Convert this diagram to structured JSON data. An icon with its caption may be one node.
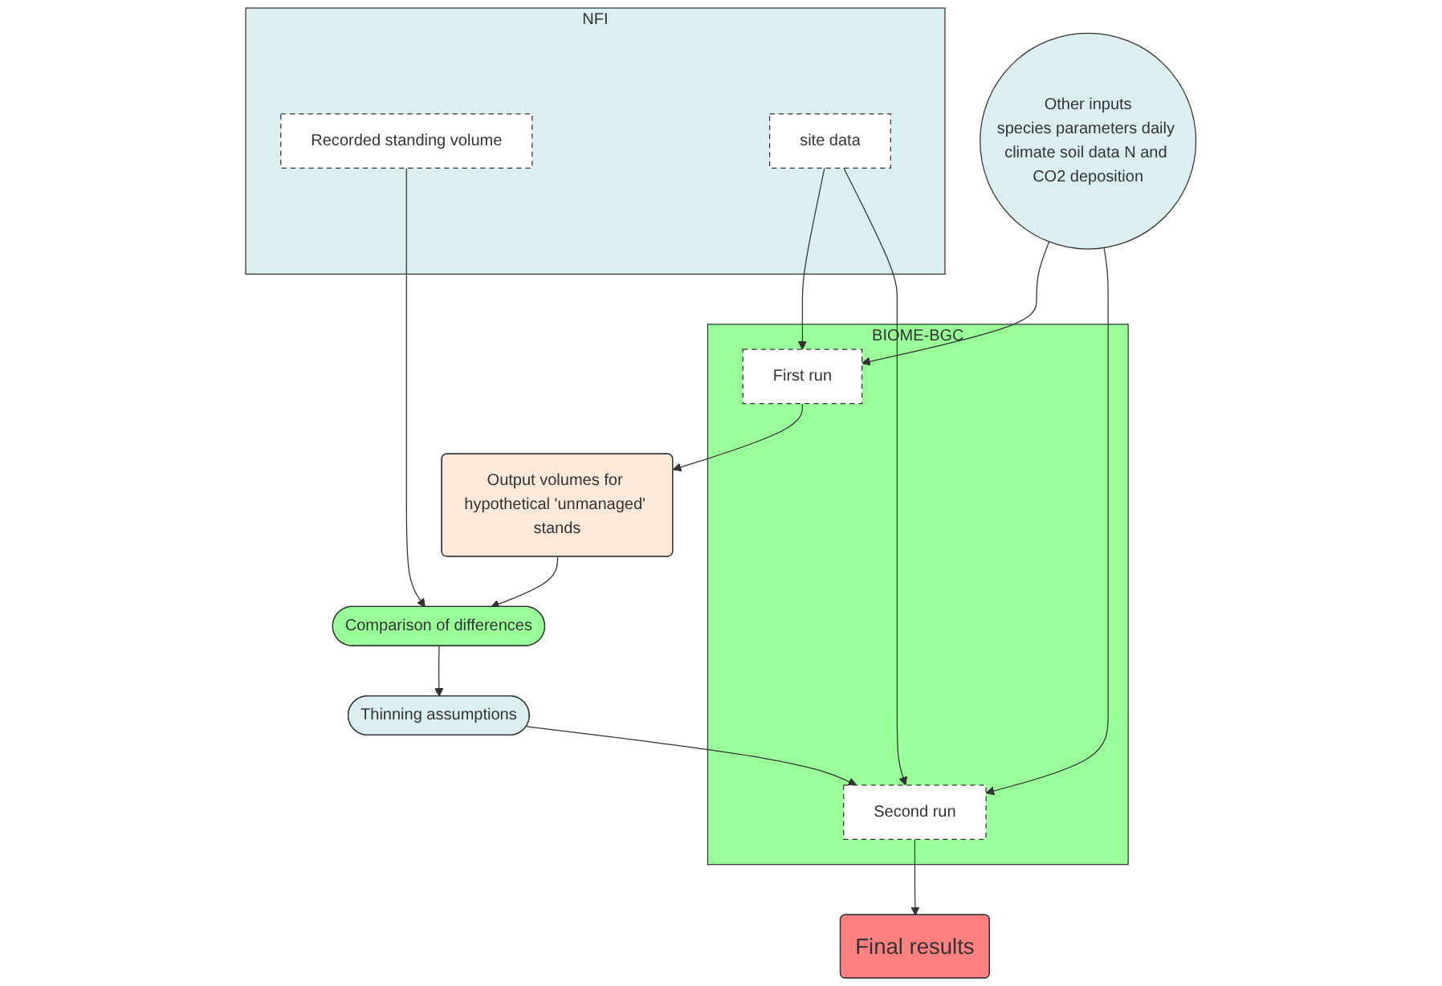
{
  "diagram": {
    "nodes": [
      {
        "text": [
          "NFI"
        ]
      },
      {
        "text": [
          "Recorded standing volume"
        ],
        "in": 0
      },
      {
        "text": [
          "site data"
        ],
        "in": 0
      },
      {
        "text": [
          "Other inputs",
          "species parameters daily climate soil data N and CO2 deposition"
        ]
      },
      {
        "text": [
          "Output volumes for hypothetical 'unmanaged' stands"
        ]
      },
      {
        "text": [
          "BIOME-BGC"
        ]
      },
      {
        "text": [
          "First run"
        ],
        "in": 5
      },
      {
        "text": [
          "Second run"
        ],
        "in": 5
      },
      {
        "text": [
          "Comparison of differences"
        ]
      },
      {
        "text": [
          "Thinning assumptions"
        ]
      },
      {
        "text": [
          "Final results"
        ]
      }
    ],
    "edges": [
      {
        "from": 2,
        "to": 6,
        "arrow": "to"
      },
      {
        "from": 2,
        "to": 7,
        "arrow": "to"
      },
      {
        "from": 3,
        "to": 6,
        "arrow": "to"
      },
      {
        "from": 3,
        "to": 7,
        "arrow": "to"
      },
      {
        "from": 6,
        "to": 4,
        "arrow": "to"
      },
      {
        "from": 1,
        "to": 8,
        "arrow": "to"
      },
      {
        "from": 4,
        "to": 8,
        "arrow": "to"
      },
      {
        "from": 8,
        "to": 9,
        "arrow": "to"
      },
      {
        "from": 9,
        "to": 7,
        "arrow": "to"
      },
      {
        "from": 7,
        "to": 10,
        "arrow": "to"
      }
    ]
  }
}
